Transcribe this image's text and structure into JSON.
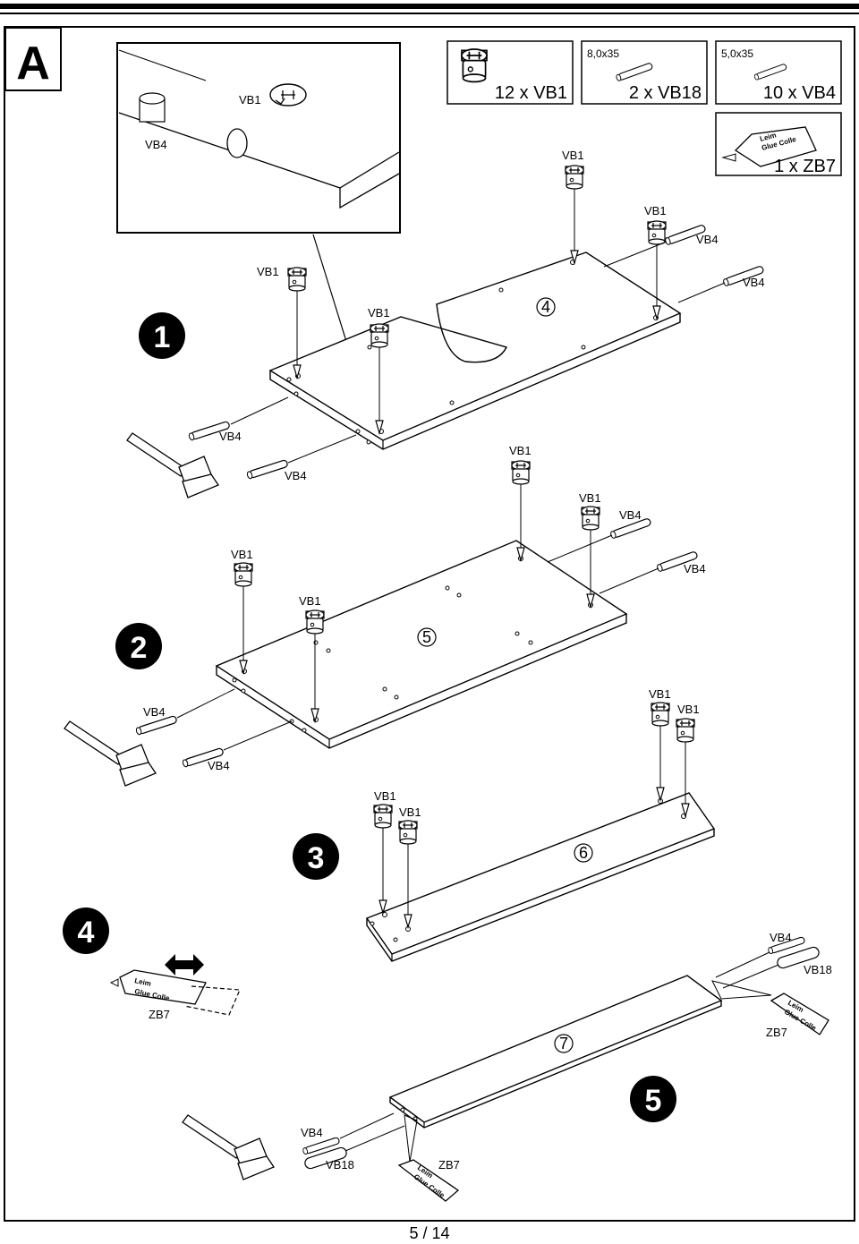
{
  "section_letter": "A",
  "page_number": "5 / 14",
  "parts": [
    {
      "size": "",
      "qty": "12 x VB1"
    },
    {
      "size": "8,0x35",
      "qty": "2 x VB18"
    },
    {
      "size": "5,0x35",
      "qty": "10 x VB4"
    },
    {
      "size": "",
      "qty": "1 x ZB7"
    }
  ],
  "glue_text": [
    "Leim",
    "Glue Colle"
  ],
  "steps": [
    "1",
    "2",
    "3",
    "4",
    "5"
  ],
  "panels": [
    "4",
    "5",
    "6",
    "7"
  ],
  "labels": {
    "vb1": "VB1",
    "vb4": "VB4",
    "vb18": "VB18",
    "zb7": "ZB7"
  }
}
